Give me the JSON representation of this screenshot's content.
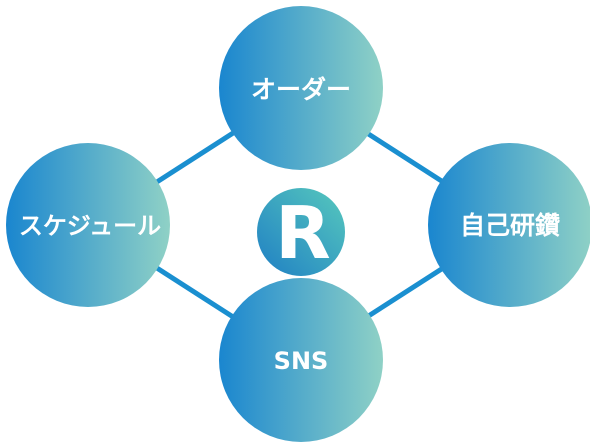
{
  "nodes": {
    "top": {
      "label": "オーダー"
    },
    "left": {
      "label": "スケジュール"
    },
    "right": {
      "label": "自己研鑽"
    },
    "bottom": {
      "label": "SNS"
    }
  },
  "center_logo": {
    "letter": "R"
  },
  "colors": {
    "connector": "#1a8fd0",
    "circle_gradient_start": "#1a86cf",
    "circle_gradient_end": "#8fd1c6",
    "logo_gradient_start": "#1f7fc4",
    "logo_gradient_end": "#57c9bd",
    "logo_letter": "#ffffff",
    "label": "#ffffff"
  }
}
